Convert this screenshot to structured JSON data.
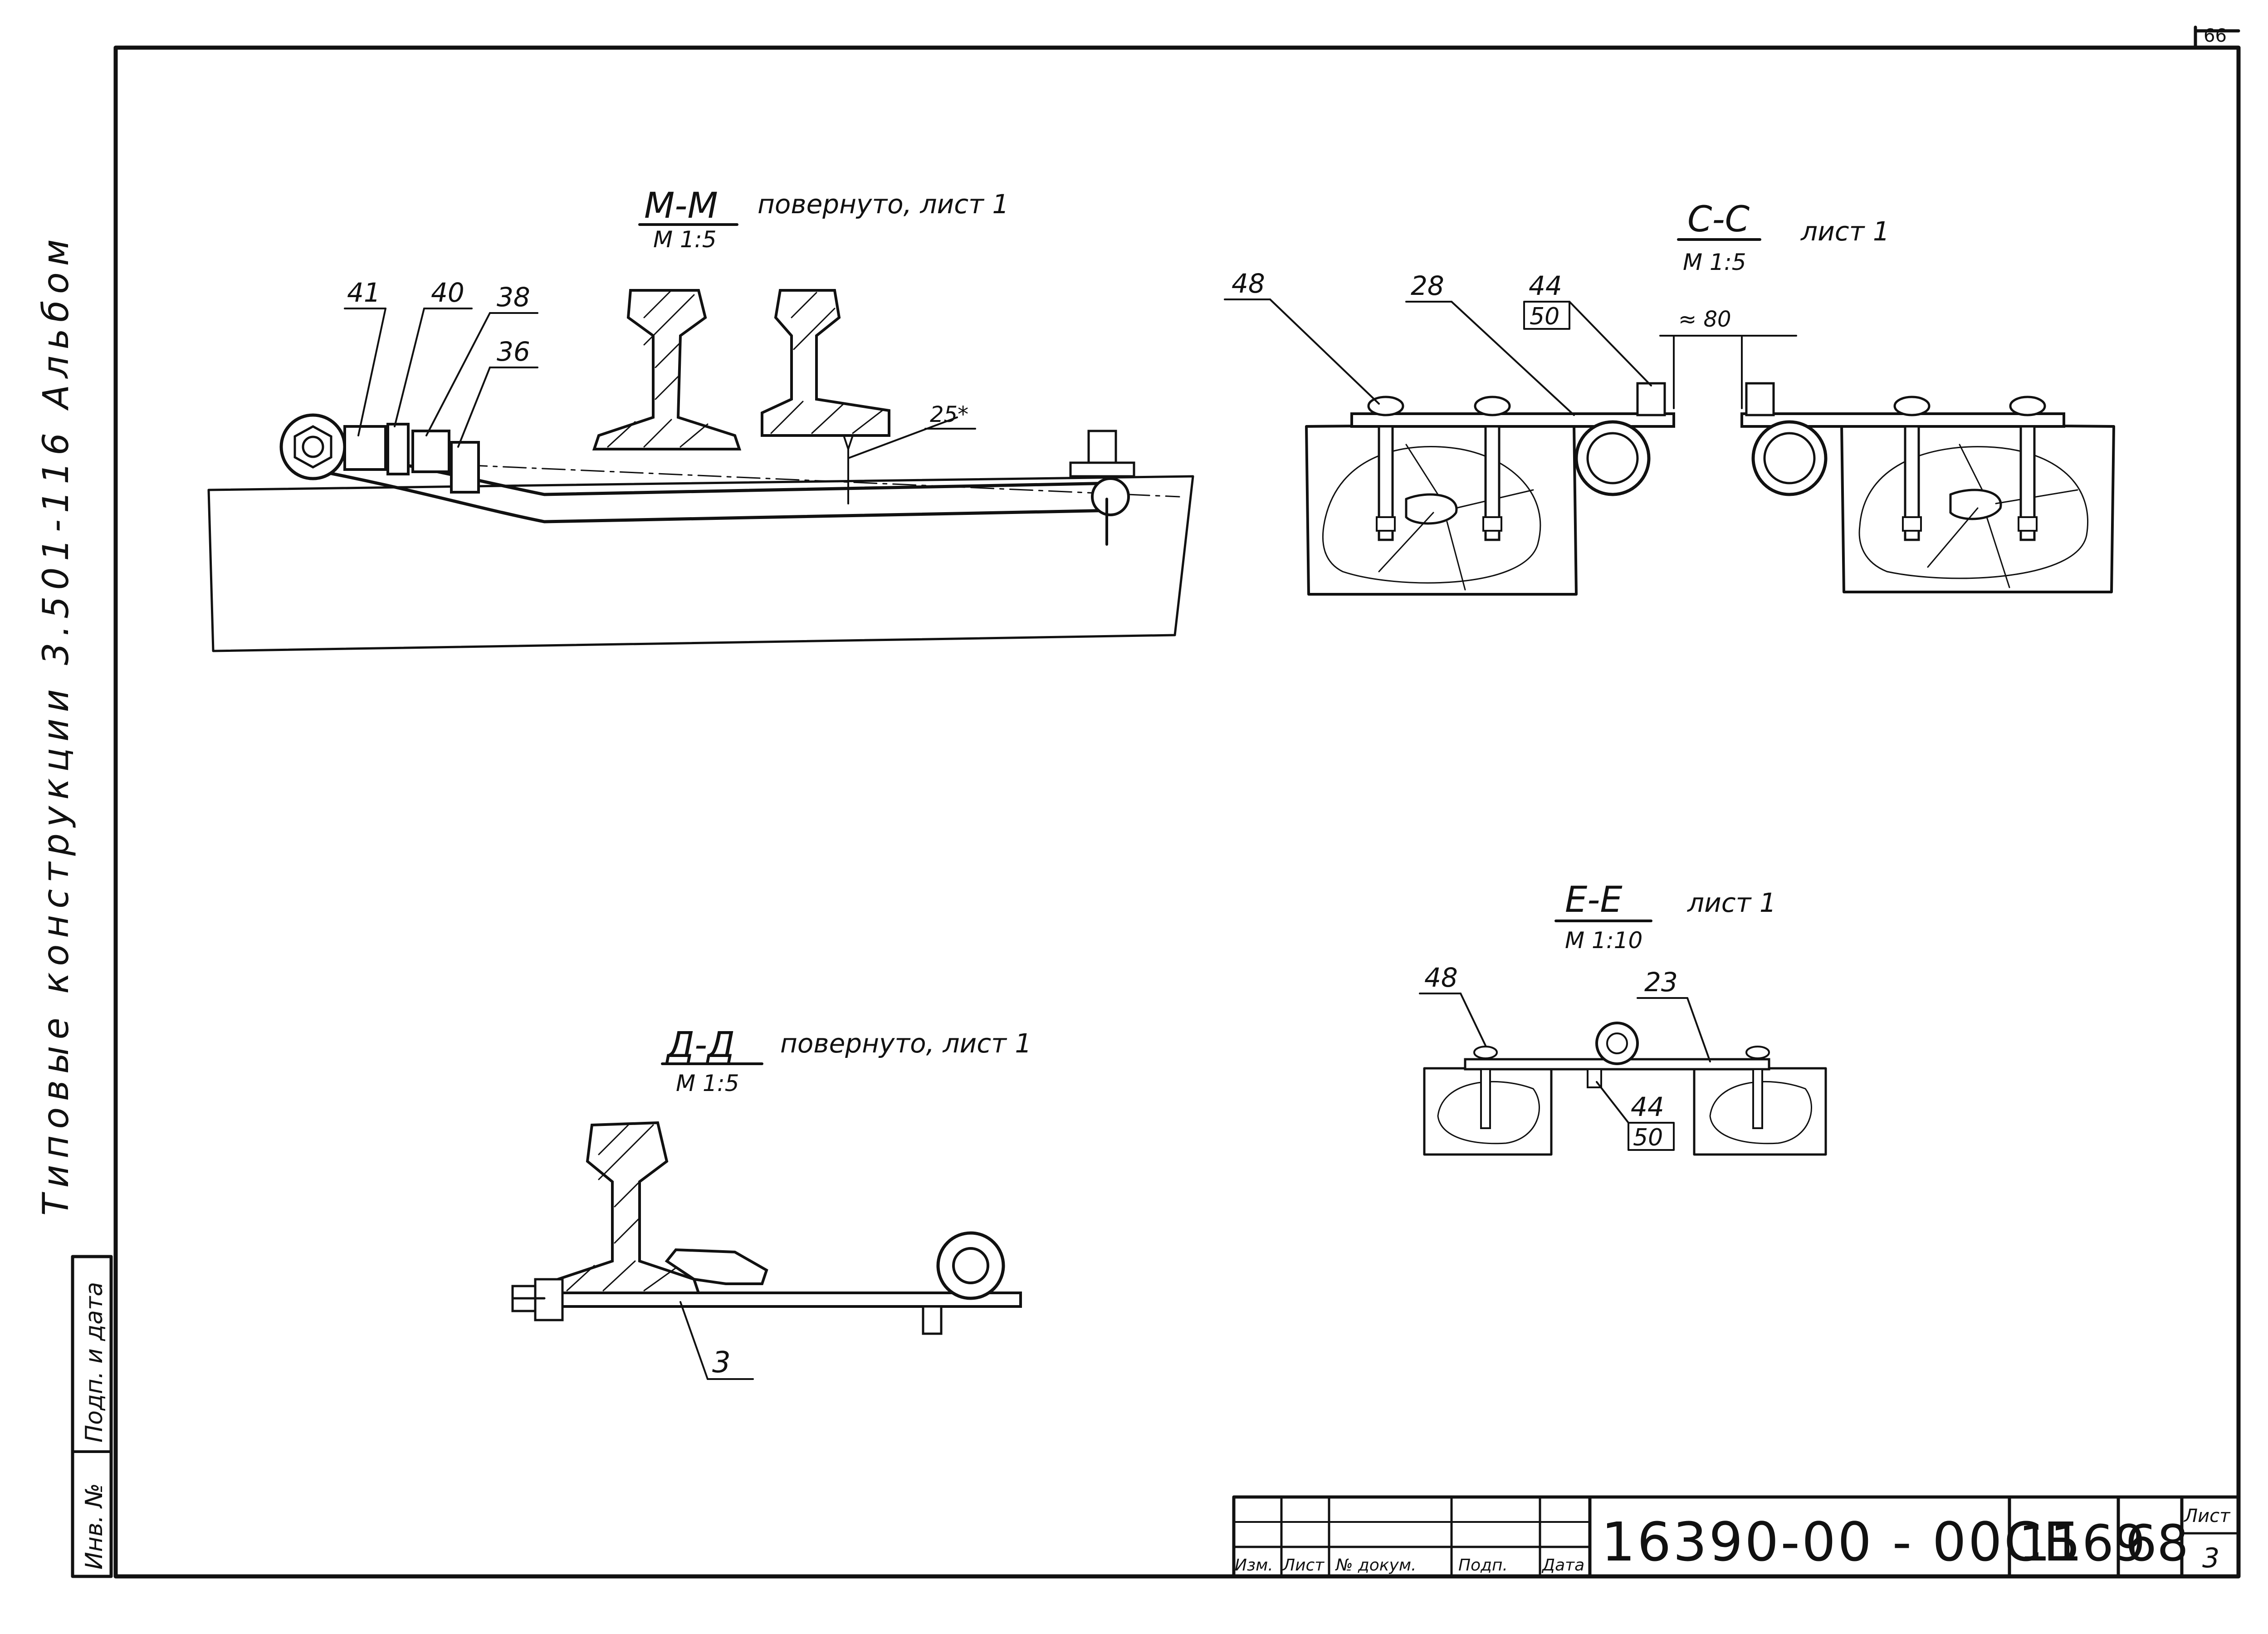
{
  "sheet_corner_mark": "66",
  "side_text": {
    "album": "Типовые конструкции 3.501-116 Альбом"
  },
  "side_stamp": {
    "sign_date": "Подп. и дата",
    "inv_no": "Инв. №"
  },
  "section_mm": {
    "title": "М-М",
    "scale": "М 1:5",
    "note": "повернуто, лист 1",
    "callouts": [
      "41",
      "40",
      "38",
      "36"
    ],
    "dimension": "25*"
  },
  "section_cc": {
    "title": "С-С",
    "scale": "М 1:5",
    "note": "лист 1",
    "callouts": [
      "48",
      "28",
      "44"
    ],
    "callout_sub": "50",
    "dimension": "≈ 80"
  },
  "section_dd": {
    "title": "Д-Д",
    "scale": "М 1:5",
    "note": "повернуто, лист 1",
    "callouts": [
      "3"
    ]
  },
  "section_ee": {
    "title": "Е-Е",
    "scale": "М 1:10",
    "note": "лист 1",
    "callouts": [
      "48",
      "23",
      "44"
    ],
    "callout_sub": "50"
  },
  "title_block": {
    "col_labels": [
      "Изм.",
      "Лист",
      "№ докум.",
      "Подп.",
      "Дата"
    ],
    "doc_number": "16390-00 - 00СБ",
    "code": "1169",
    "page": "68",
    "sheet_label": "Лист",
    "sheet_value": "3"
  }
}
